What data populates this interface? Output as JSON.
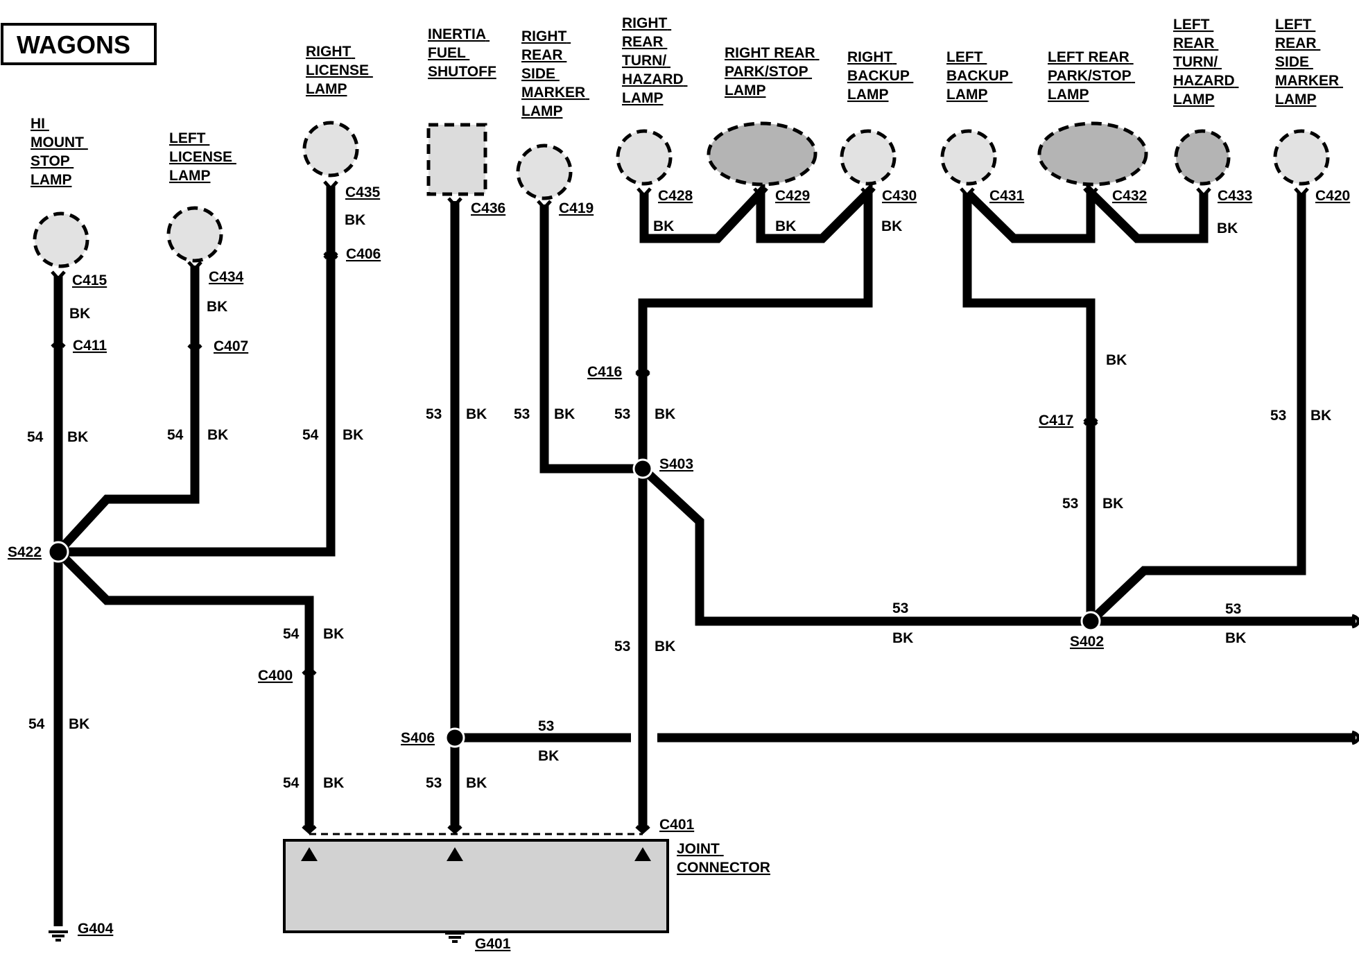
{
  "title": "WAGONS",
  "components": {
    "hi_mount_stop_lamp": [
      "HI",
      "MOUNT",
      "STOP",
      "LAMP"
    ],
    "left_license_lamp": [
      "LEFT",
      "LICENSE",
      "LAMP"
    ],
    "right_license_lamp": [
      "RIGHT",
      "LICENSE",
      "LAMP"
    ],
    "inertia_fuel_shutoff": [
      "INERTIA",
      "FUEL",
      "SHUTOFF"
    ],
    "right_rear_side_marker_lamp": [
      "RIGHT",
      "REAR",
      "SIDE",
      "MARKER",
      "LAMP"
    ],
    "right_rear_turn_hazard_lamp": [
      "RIGHT",
      "REAR",
      "TURN/",
      "HAZARD",
      "LAMP"
    ],
    "right_rear_park_stop_lamp": [
      "RIGHT REAR",
      "PARK/STOP",
      "LAMP"
    ],
    "right_backup_lamp": [
      "RIGHT",
      "BACKUP",
      "LAMP"
    ],
    "left_backup_lamp": [
      "LEFT",
      "BACKUP",
      "LAMP"
    ],
    "left_rear_park_stop_lamp": [
      "LEFT REAR",
      "PARK/STOP",
      "LAMP"
    ],
    "left_rear_turn_hazard_lamp": [
      "LEFT",
      "REAR",
      "TURN/",
      "HAZARD",
      "LAMP"
    ],
    "left_rear_side_marker_lamp": [
      "LEFT",
      "REAR",
      "SIDE",
      "MARKER",
      "LAMP"
    ],
    "joint_connector": [
      "JOINT",
      "CONNECTOR"
    ]
  },
  "connectors": {
    "c415": "C415",
    "c411": "C411",
    "c434": "C434",
    "c407": "C407",
    "c435": "C435",
    "c406": "C406",
    "c436": "C436",
    "c419": "C419",
    "c428": "C428",
    "c429": "C429",
    "c430": "C430",
    "c431": "C431",
    "c432": "C432",
    "c433": "C433",
    "c420": "C420",
    "c416": "C416",
    "c417": "C417",
    "c400": "C400",
    "c401": "C401"
  },
  "splices": {
    "s422": "S422",
    "s403": "S403",
    "s402": "S402",
    "s406": "S406"
  },
  "grounds": {
    "g404": "G404",
    "g401": "G401"
  },
  "wire": {
    "color": "BK",
    "circuit_54": "54",
    "circuit_53": "53"
  }
}
